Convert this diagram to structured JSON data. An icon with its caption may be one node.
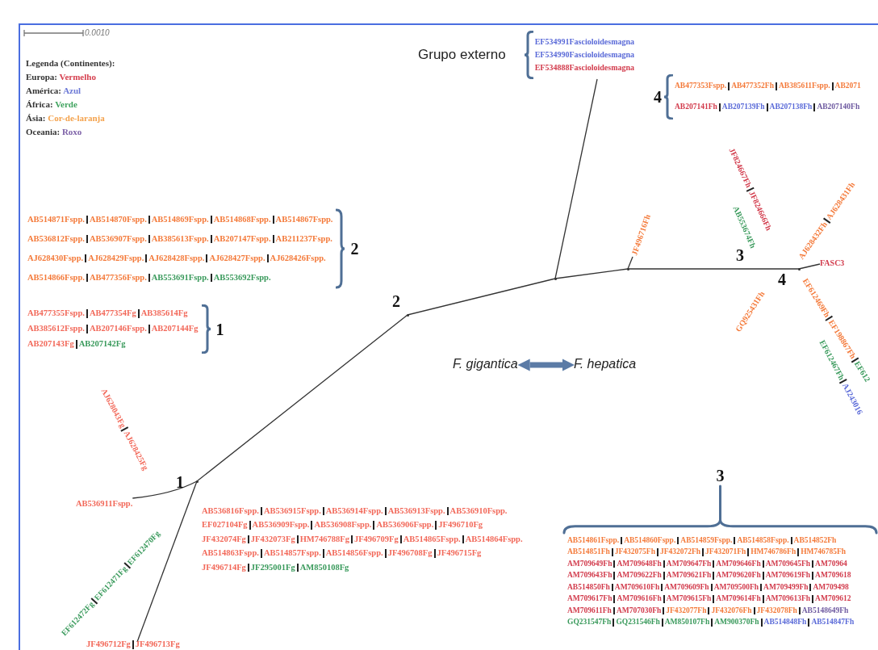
{
  "diagram": {
    "nodes": [
      {
        "text": [
          "Grupo externo",
          "EF534991Fascioloidesmagna",
          "EF534990Fascioloidesmagna",
          "EF534888Fascioloidesmagna"
        ]
      },
      {
        "text": [
          "4",
          "AB477353Fspp.",
          "AB477352Fh",
          "AB385611Fspp.",
          "AB2071",
          "AB207141Fh",
          "AB207139Fh",
          "AB207138Fh",
          "AB207140Fh"
        ]
      },
      {
        "text": [
          "2",
          "AB514871Fspp.",
          "AB514870Fspp.",
          "AB514869Fspp.",
          "AB514868Fspp.",
          "AB514867Fspp.",
          "AB536812Fspp.",
          "AB536907Fspp.",
          "AB385613Fspp.",
          "AB207147Fspp.",
          "AB211237Fspp.",
          "AJ628430Fspp.",
          "AJ628429Fspp.",
          "AJ628428Fspp.",
          "AJ628427Fspp.",
          "AJ628426Fspp.",
          "AB514866Fspp.",
          "AB477356Fspp.",
          "AB553691Fspp.",
          "AB553692Fspp."
        ]
      },
      {
        "text": [
          "1",
          "AB477355Fspp.",
          "AB477354Fg",
          "AB385614Fg",
          "AB385612Fspp.",
          "AB207146Fspp.",
          "AB207144Fg",
          "AB207143Fg",
          "AB207142Fg"
        ]
      },
      {
        "text": [
          "JF824667Fh",
          "JF824666Fh"
        ]
      },
      {
        "text": [
          "AB553674Fh"
        ]
      },
      {
        "text": [
          "JF496716Fh"
        ]
      },
      {
        "text": [
          "AJ628432Fh",
          "AJ628431Fh"
        ]
      },
      {
        "text": [
          "FASC3"
        ]
      },
      {
        "text": [
          "GQ925431Fh"
        ]
      },
      {
        "text": [
          "EF612469Fh",
          "EF198867Fh",
          "EF612"
        ]
      },
      {
        "text": [
          "EF612467Fh",
          "AJ243016"
        ]
      },
      {
        "text": [
          "F. gigantica"
        ]
      },
      {
        "text": [
          "F. hepatica"
        ]
      },
      {
        "text": [
          "AJ628043Fg",
          "AJ628425Fg"
        ]
      },
      {
        "text": [
          "AB536911Fspp."
        ]
      },
      {
        "text": [
          "AB536816Fspp.",
          "AB536915Fspp.",
          "AB536914Fspp.",
          "AB536913Fspp.",
          "AB536910Fspp.",
          "EF027104Fg",
          "AB536909Fspp.",
          "AB536908Fspp.",
          "AB536906Fspp.",
          "JF496710Fg",
          "JF432074Fg",
          "JF432073Fg",
          "HM746788Fg",
          "JF496709Fg",
          "AB514865Fspp.",
          "AB514864Fspp.",
          "AB514863Fspp.",
          "AB514857Fspp.",
          "AB514856Fspp.",
          "JF496708Fg",
          "JF496715Fg",
          "JF496714Fg",
          "JF295001Fg",
          "AM850108Fg"
        ]
      },
      {
        "text": [
          "EF612472Fg",
          "EF612471Fg",
          "EF612470Fg"
        ]
      },
      {
        "text": [
          "JF496712Fg",
          "JF496713Fg"
        ]
      },
      {
        "text": [
          "3",
          "AB514861Fspp.",
          "AB514860Fspp.",
          "AB514859Fspp.",
          "AB514858Fspp.",
          "AB514852Fh",
          "AB514851Fh",
          "JF432075Fh",
          "JF432072Fh",
          "JF432071Fh",
          "HM746786Fh",
          "HM746785Fh",
          "AM709649Fh",
          "AM709648Fh",
          "AM709647Fh",
          "AM709646Fh",
          "AM709645Fh",
          "AM70964",
          "AM709643Fh",
          "AM709622Fh",
          "AM709621Fh",
          "AM709620Fh",
          "AM709619Fh",
          "AM709618",
          "AB514850Fh",
          "AM709610Fh",
          "AM709609Fh",
          "AM709500Fh",
          "AM709499Fh",
          "AM709498",
          "AM709617Fh",
          "AM709616Fh",
          "AM709615Fh",
          "AM709614Fh",
          "AM709613Fh",
          "AM709612",
          "AM709611Fh",
          "AM707030Fh",
          "JF432077Fh",
          "JF432076Fh",
          "JF432078Fh",
          "AB5148649Fh",
          "GQ231547Fh",
          "GQ231546Fh",
          "AM850107Fh",
          "AM900370Fh",
          "AB514848Fh",
          "AB514847Fh"
        ]
      },
      {
        "text": [],
        "shape": "point",
        "beside": [
          "1"
        ]
      },
      {
        "text": [],
        "shape": "point",
        "beside": [
          "2"
        ]
      },
      {
        "text": [],
        "shape": "point"
      },
      {
        "text": [],
        "shape": "point"
      },
      {
        "text": [],
        "shape": "point",
        "beside": [
          "4"
        ]
      }
    ],
    "edges": [
      {
        "from": 20,
        "to": 21,
        "arrow": "none"
      },
      {
        "from": 21,
        "to": 22,
        "arrow": "none"
      },
      {
        "from": 22,
        "to": 0,
        "arrow": "none"
      },
      {
        "from": 22,
        "to": 23,
        "arrow": "none"
      },
      {
        "from": 23,
        "to": 6,
        "arrow": "none"
      },
      {
        "from": 23,
        "to": 24,
        "arrow": "none"
      },
      {
        "from": 24,
        "to": 8,
        "arrow": "none"
      },
      {
        "from": 20,
        "to": 15,
        "arrow": "none"
      },
      {
        "from": 20,
        "to": 18,
        "arrow": "none"
      },
      {
        "from": 12,
        "to": 13,
        "arrow": "both",
        "style": "thick",
        "color": "#5b7ba6"
      }
    ],
    "labels": [
      "0.0010",
      "Legenda (Continentes):",
      "3"
    ],
    "legend": [
      {
        "text": "Europa: Vermelho",
        "color": "#d6404f"
      },
      {
        "text": "América: Azul",
        "color": "#6b78d6"
      },
      {
        "text": "África: Verde",
        "color": "#3fa35e"
      },
      {
        "text": "Ásia: Cor-de-laranja",
        "color": "#f4a24c"
      },
      {
        "text": "Oceania: Roxo",
        "color": "#7e62a8"
      }
    ]
  }
}
